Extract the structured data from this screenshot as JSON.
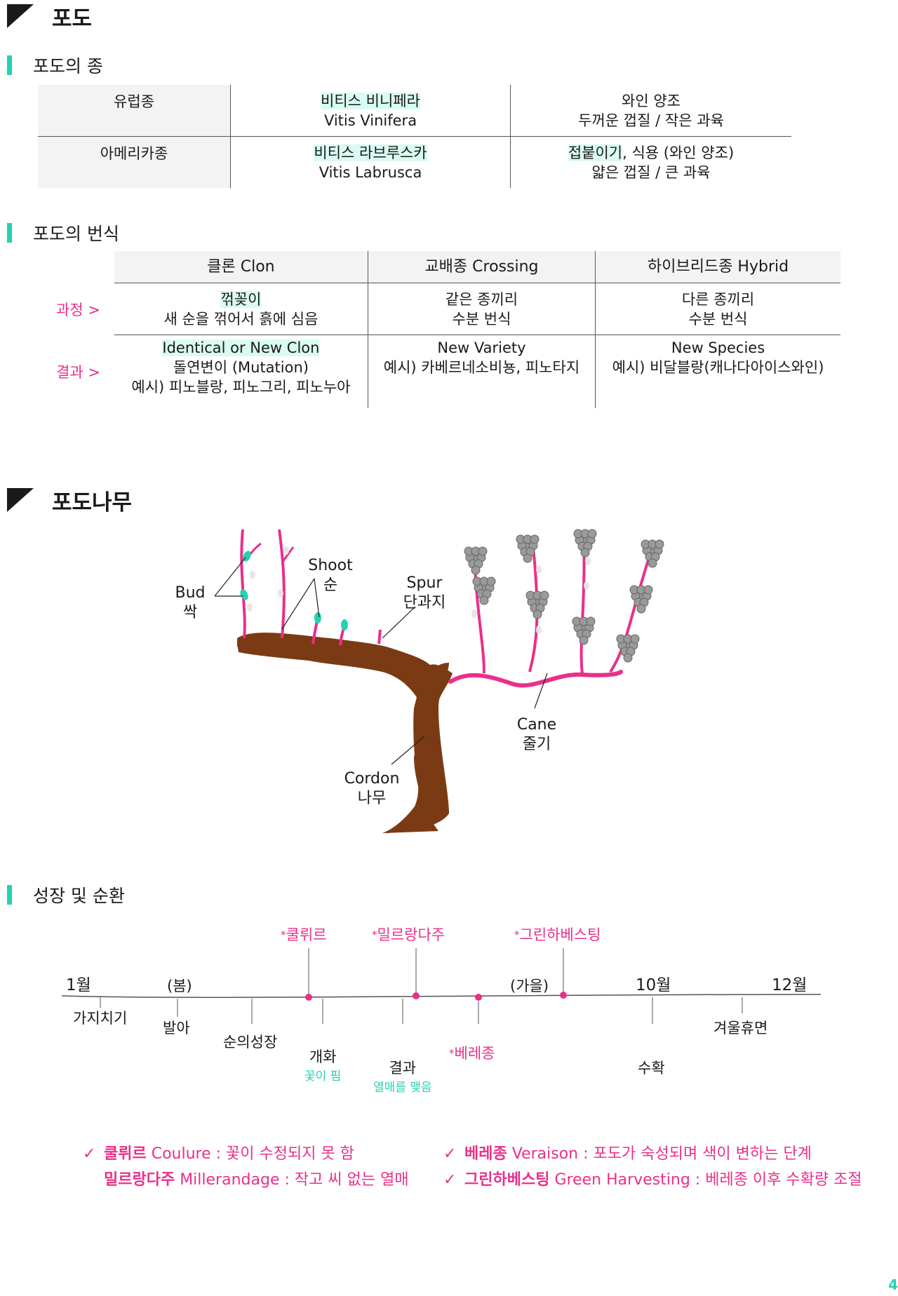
{
  "sections": {
    "grape": "포도",
    "vine": "포도나무"
  },
  "species": {
    "title": "포도의 종",
    "rows": [
      {
        "name": "유럽종",
        "sci_ko": "비티스 비니페라",
        "sci_en": "Vitis Vinifera",
        "use_hl": "",
        "use_rest": "와인 양조",
        "trait": "두꺼운 껍질 / 작은 과육"
      },
      {
        "name": "아메리카종",
        "sci_ko": "비티스 라브루스카",
        "sci_en": "Vitis Labrusca",
        "use_hl": "접붙이기",
        "use_rest": ", 식용 (와인 양조)",
        "trait": "얇은 껍질 / 큰 과육"
      }
    ]
  },
  "breeding": {
    "title": "포도의 번식",
    "row_labels": [
      "과정 >",
      "결과 >"
    ],
    "columns": [
      {
        "ko": "클론",
        "en": "Clon"
      },
      {
        "ko": "교배종",
        "en": "Crossing"
      },
      {
        "ko": "하이브리드종",
        "en": "Hybrid"
      }
    ],
    "process": [
      {
        "hl": "꺾꽂이",
        "line2": "새 순을 꺾어서 흙에 심음"
      },
      {
        "hl": "",
        "line1": "같은 종끼리",
        "line2": "수분 번식"
      },
      {
        "hl": "",
        "line1": "다른 종끼리",
        "line2": "수분 번식"
      }
    ],
    "result": [
      {
        "hl": "Identical or New Clon",
        "line2": "돌연변이 (Mutation)",
        "line3": "예시) 피노블랑, 피노그리, 피노누아"
      },
      {
        "line1": "New Variety",
        "line2": "예시) 카베르네소비뇽, 피노타지"
      },
      {
        "line1": "New Species",
        "line2": "예시) 비달블랑(캐나다아이스와인)"
      }
    ]
  },
  "vine_labels": {
    "bud_en": "Bud",
    "bud_ko": "싹",
    "shoot_en": "Shoot",
    "shoot_ko": "순",
    "spur_en": "Spur",
    "spur_ko": "단과지",
    "cane_en": "Cane",
    "cane_ko": "줄기",
    "cordon_en": "Cordon",
    "cordon_ko": "나무"
  },
  "growth": {
    "title": "성장 및 순환",
    "above": {
      "jan": "1월",
      "spring": "(봄)",
      "autumn": "(가을)",
      "oct": "10월",
      "dec": "12월",
      "coulure": "쿨뤼르",
      "millerandage": "밀르랑다주",
      "green": "그린하베스팅"
    },
    "below": {
      "pruning": "가지치기",
      "budding": "발아",
      "shoot": "순의성장",
      "flower": "개화",
      "flower_sub": "꽃이 핌",
      "fruit": "결과",
      "fruit_sub": "열매를 맺음",
      "veraison": "베레종",
      "harvest": "수확",
      "dormant": "겨울휴면"
    },
    "asterisk": "*"
  },
  "notes": [
    {
      "term": "쿨뤼르",
      "en": "Coulure",
      "desc": " : 꽃이 수정되지 못 함"
    },
    {
      "term": "밀르랑다주",
      "en": "Millerandage",
      "desc": " : 작고 씨 없는 열매"
    },
    {
      "term": "베레종",
      "en": "Veraison",
      "desc": " : 포도가 숙성되며 색이 변하는 단계"
    },
    {
      "term": "그린하베스팅",
      "en": "Green Harvesting",
      "desc": " : 베레종 이후 수확량 조절"
    }
  ],
  "check_mark": "✓",
  "page_number": "4",
  "colors": {
    "accent_pink": "#ea2f8b",
    "accent_mint": "#22d3b2",
    "trunk": "#7a3b14",
    "grape": "#9a9a9a"
  }
}
